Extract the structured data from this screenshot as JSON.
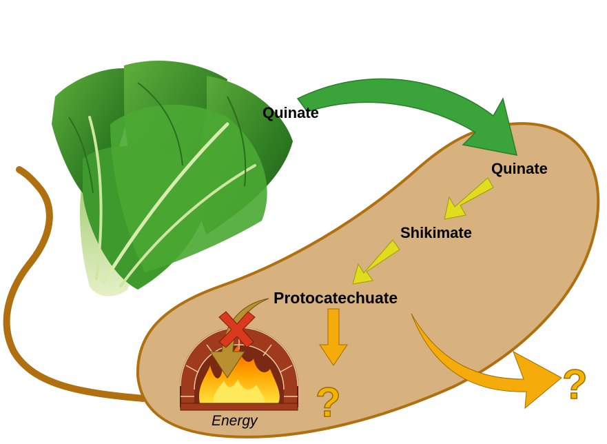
{
  "labels": {
    "quinate_outside": "Quinate",
    "quinate_inside": "Quinate",
    "shikimate": "Shikimate",
    "protocatechuate": "Protocatechuate",
    "energy": "Energy",
    "unknown_fate_1": "?",
    "unknown_fate_2": "?"
  },
  "colors": {
    "cell_fill": "#d7b17e",
    "cell_outline": "#b0700f",
    "flagellum": "#b0700f",
    "uptake_arrow": "#3aa43a",
    "pathway_arrow": "#e2dc1e",
    "fate_arrow": "#f5ac0a",
    "energy_arrow": "#b8902f",
    "block_mark": "#d93a1e",
    "oven_brick": "#a03a1c",
    "fire": "#ff9a00",
    "lettuce": "#3e8f2a"
  },
  "icons": {
    "plant": "romaine-lettuce-icon",
    "oven": "brick-oven-fire-icon",
    "block": "red-x-icon"
  }
}
